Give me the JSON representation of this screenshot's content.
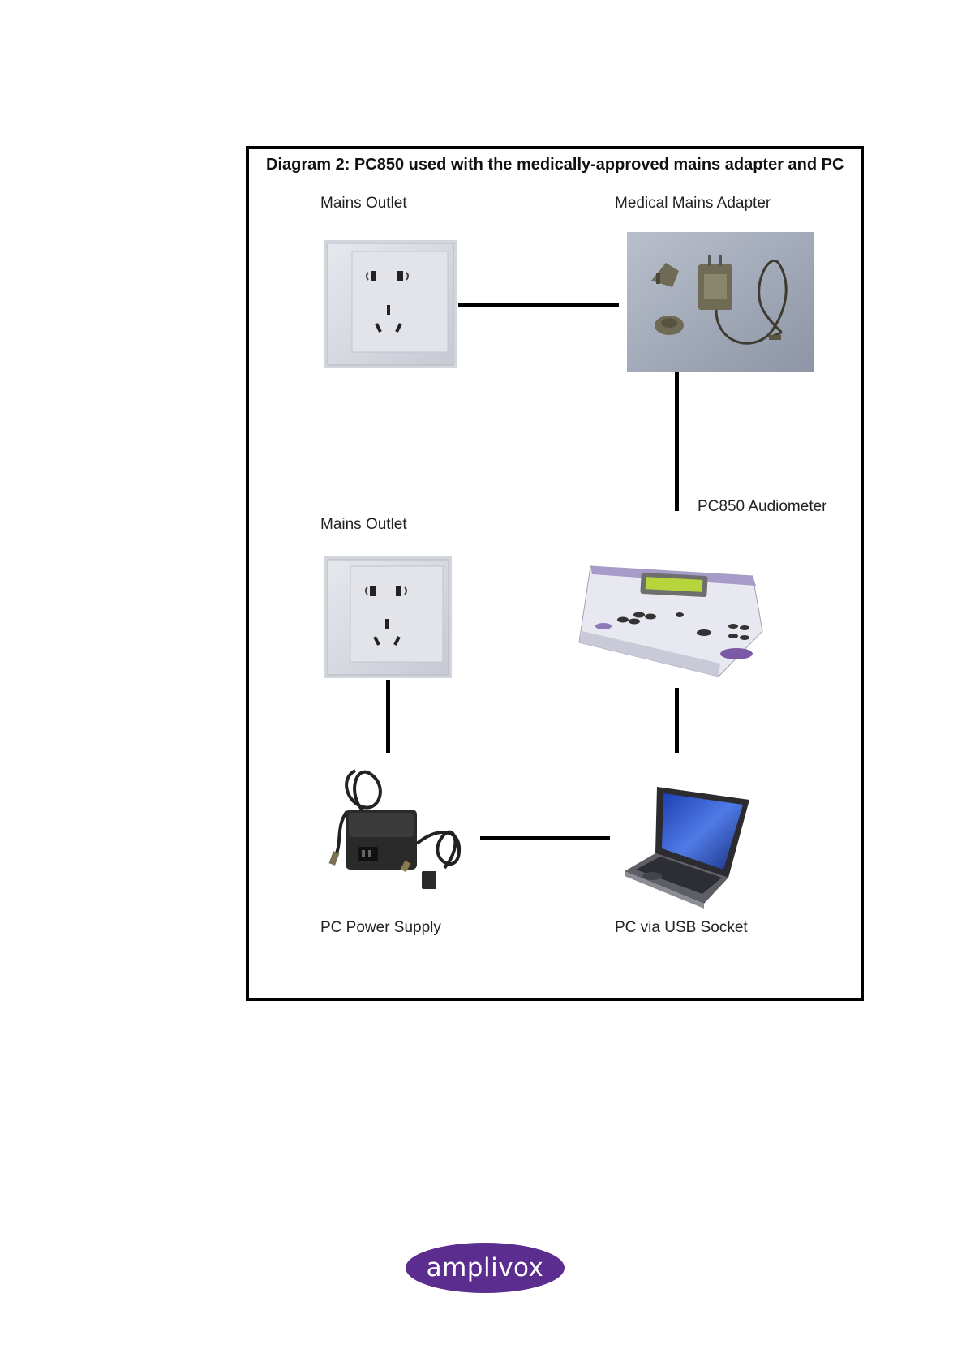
{
  "diagram": {
    "title": "Diagram 2: PC850 used with the medically-approved mains adapter and PC",
    "nodes": {
      "mains_outlet_top": {
        "label": "Mains Outlet",
        "icon": "wall-socket-icon"
      },
      "medical_mains_adapter": {
        "label": "Medical Mains Adapter",
        "icon": "mains-adapter-icon"
      },
      "pc850_audiometer": {
        "label": "PC850 Audiometer",
        "icon": "audiometer-icon"
      },
      "mains_outlet_bottom": {
        "label": "Mains Outlet",
        "icon": "wall-socket-icon"
      },
      "pc_power_supply": {
        "label": "PC Power Supply",
        "icon": "power-supply-icon"
      },
      "pc_usb": {
        "label": "PC via USB Socket",
        "icon": "laptop-icon"
      }
    },
    "connections": [
      {
        "from": "Mains Outlet",
        "to": "Medical Mains Adapter"
      },
      {
        "from": "Medical Mains Adapter",
        "to": "PC850 Audiometer"
      },
      {
        "from": "Mains Outlet",
        "to": "PC Power Supply"
      },
      {
        "from": "PC Power Supply",
        "to": "PC via USB Socket"
      },
      {
        "from": "PC850 Audiometer",
        "to": "PC via USB Socket"
      }
    ]
  },
  "footer": {
    "logo_text": "amplivox",
    "logo_color": "#5b2d8e"
  }
}
